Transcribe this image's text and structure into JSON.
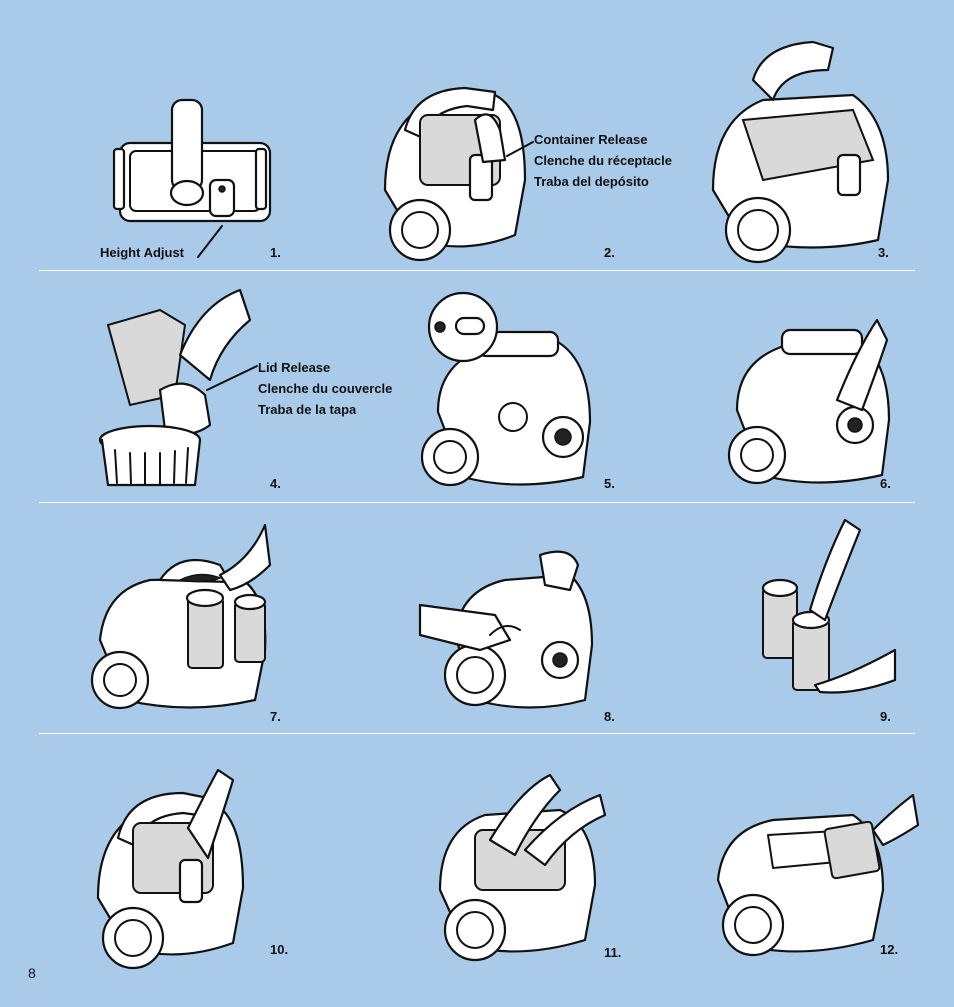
{
  "steps": [
    {
      "num": "1."
    },
    {
      "num": "2."
    },
    {
      "num": "3."
    },
    {
      "num": "4."
    },
    {
      "num": "5."
    },
    {
      "num": "6."
    },
    {
      "num": "7."
    },
    {
      "num": "8."
    },
    {
      "num": "9."
    },
    {
      "num": "10."
    },
    {
      "num": "11."
    },
    {
      "num": "12."
    }
  ],
  "callouts": {
    "height_adjust": "Height Adjust",
    "container_release": [
      "Container Release",
      "Clenche du réceptacle",
      "Traba del depósito"
    ],
    "lid_release": [
      "Lid Release",
      "Clenche du couvercle",
      "Traba de la tapa"
    ]
  },
  "page_number": "8",
  "colors": {
    "background": "#a9cbe9",
    "divider": "#ffffff",
    "text": "#111111"
  }
}
